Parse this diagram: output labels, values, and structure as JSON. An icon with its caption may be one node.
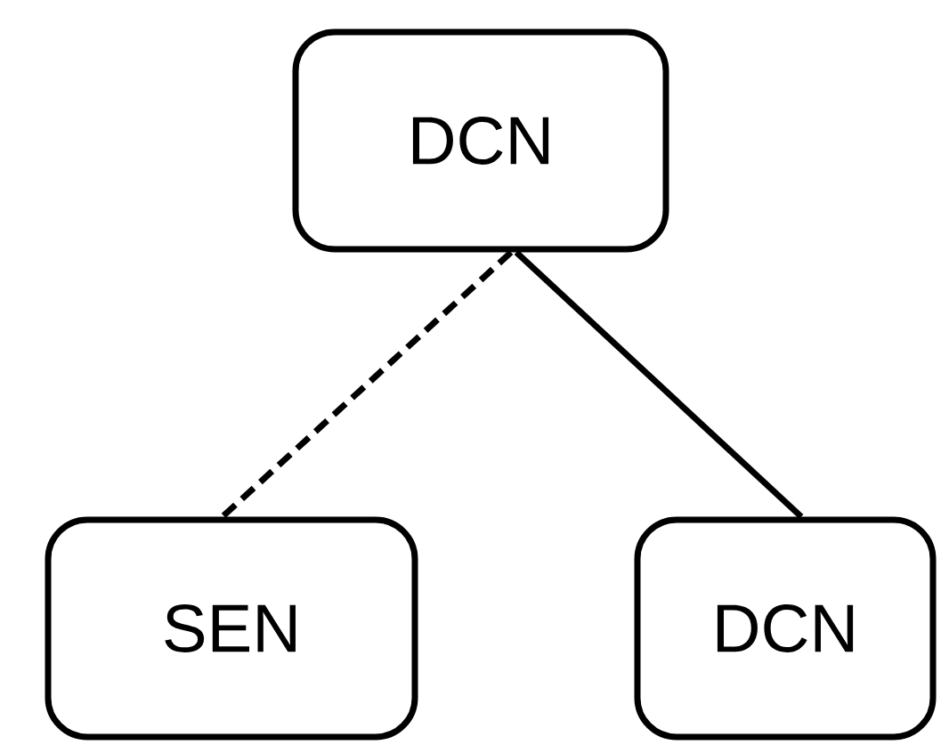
{
  "diagram": {
    "nodes": [
      {
        "text": [
          "DCN"
        ]
      },
      {
        "text": [
          "SEN"
        ]
      },
      {
        "text": [
          "DCN"
        ]
      }
    ],
    "edges": [
      {
        "from": 0,
        "to": 1,
        "arrow": "none",
        "style": "dashed"
      },
      {
        "from": 0,
        "to": 2,
        "arrow": "none"
      }
    ]
  }
}
